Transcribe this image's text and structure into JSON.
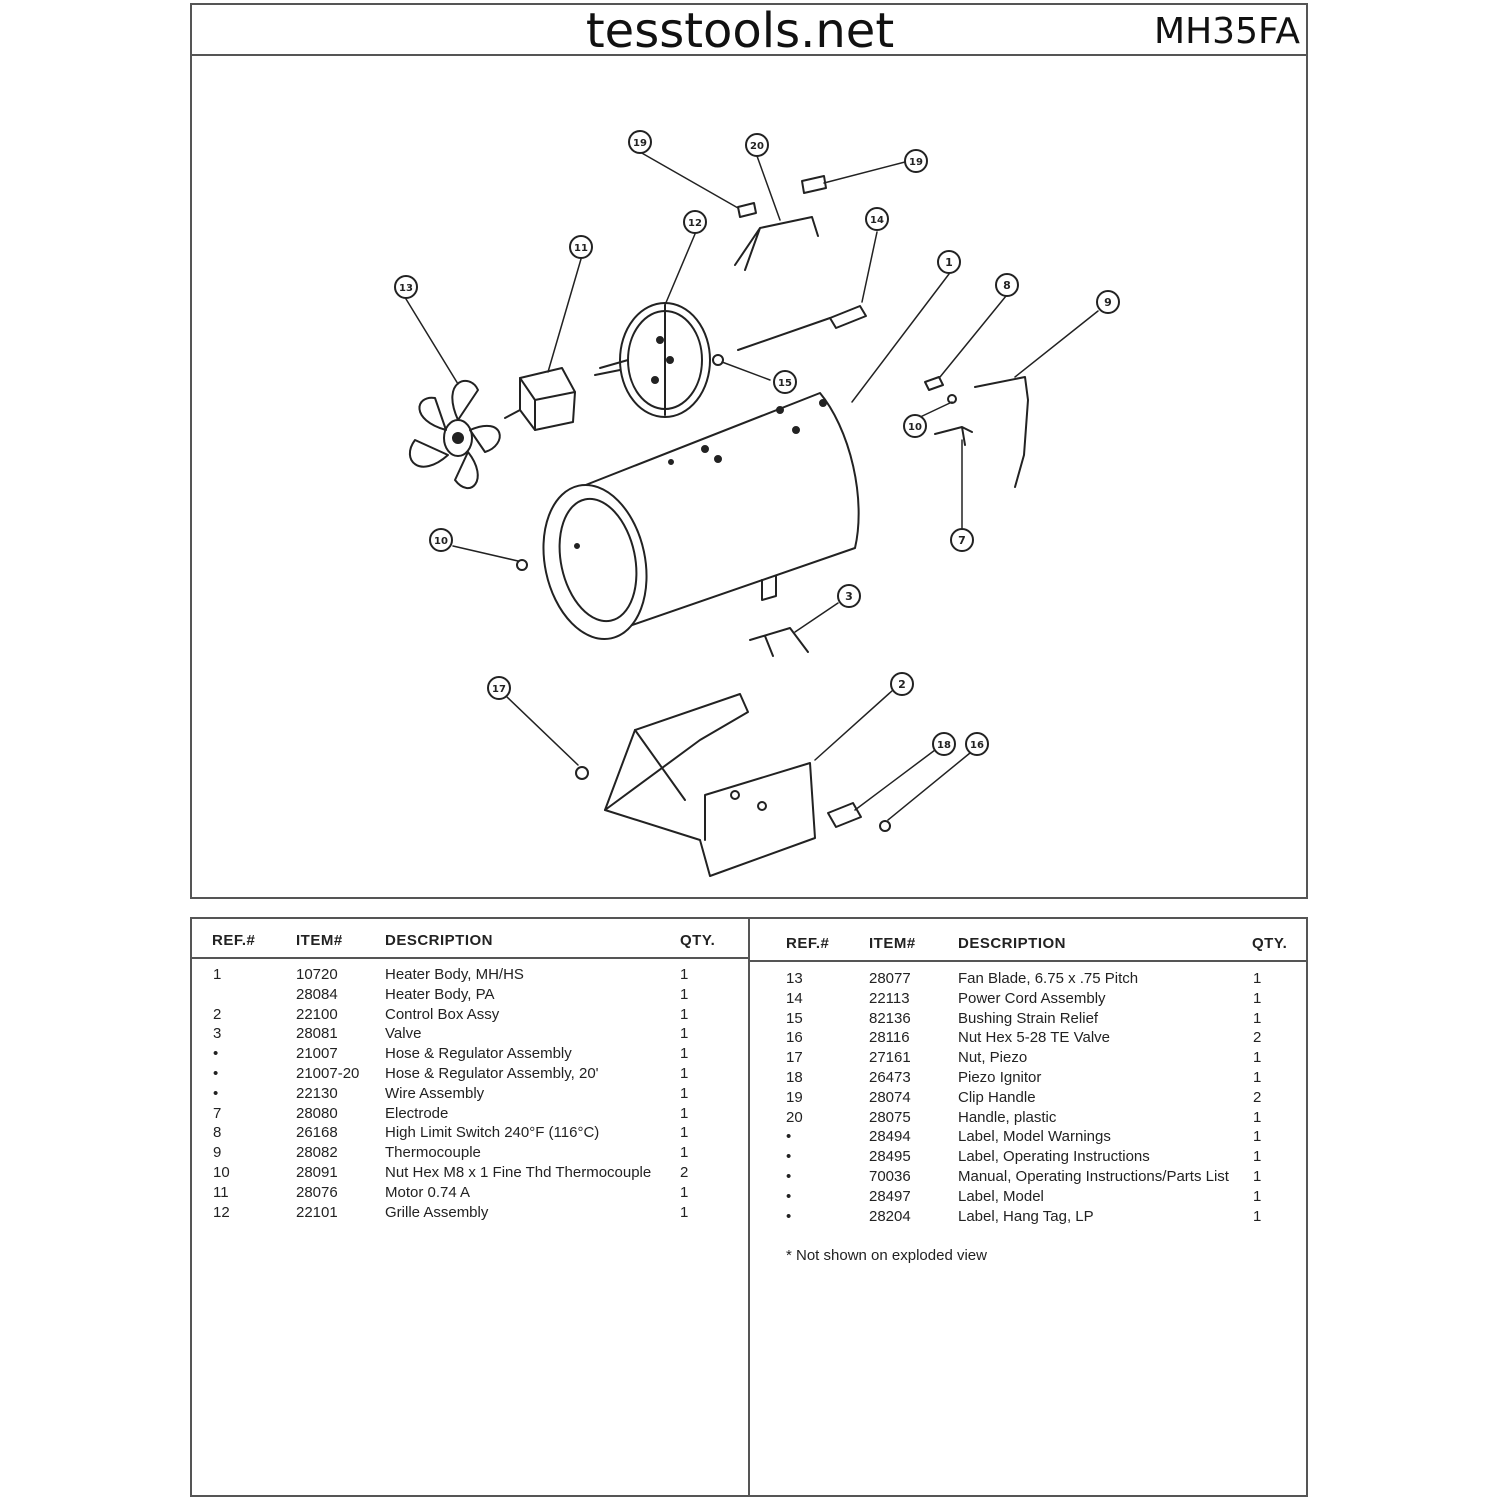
{
  "header": {
    "site": "tesstools.net",
    "model": "MH35FA"
  },
  "diagram": {
    "callouts": [
      "1",
      "2",
      "3",
      "7",
      "8",
      "9",
      "10",
      "10",
      "11",
      "12",
      "13",
      "14",
      "15",
      "16",
      "17",
      "18",
      "19",
      "19",
      "20"
    ]
  },
  "parts_table": {
    "headers": {
      "ref": "REF.#",
      "item": "ITEM#",
      "description": "DESCRIPTION",
      "qty": "QTY."
    },
    "left_rows": [
      {
        "ref": "1",
        "item": "10720",
        "description": "Heater Body, MH/HS",
        "qty": "1"
      },
      {
        "ref": "",
        "item": "28084",
        "description": "Heater Body, PA",
        "qty": "1"
      },
      {
        "ref": "2",
        "item": "22100",
        "description": "Control Box Assy",
        "qty": "1"
      },
      {
        "ref": "3",
        "item": "28081",
        "description": "Valve",
        "qty": "1"
      },
      {
        "ref": "•",
        "item": "21007",
        "description": "Hose & Regulator Assembly",
        "qty": "1"
      },
      {
        "ref": "•",
        "item": "21007-20",
        "description": "Hose & Regulator Assembly, 20'",
        "qty": "1"
      },
      {
        "ref": "•",
        "item": "22130",
        "description": "Wire Assembly",
        "qty": "1"
      },
      {
        "ref": "7",
        "item": "28080",
        "description": "Electrode",
        "qty": "1"
      },
      {
        "ref": "8",
        "item": "26168",
        "description": "High Limit Switch 240°F (116°C)",
        "qty": "1"
      },
      {
        "ref": "9",
        "item": "28082",
        "description": "Thermocouple",
        "qty": "1"
      },
      {
        "ref": "10",
        "item": "28091",
        "description": "Nut Hex M8 x 1 Fine Thd Thermocouple",
        "qty": "2"
      },
      {
        "ref": "11",
        "item": "28076",
        "description": "Motor 0.74 A",
        "qty": "1"
      },
      {
        "ref": "12",
        "item": "22101",
        "description": "Grille Assembly",
        "qty": "1"
      }
    ],
    "right_rows": [
      {
        "ref": "13",
        "item": "28077",
        "description": "Fan Blade, 6.75 x .75 Pitch",
        "qty": "1"
      },
      {
        "ref": "14",
        "item": "22113",
        "description": "Power Cord Assembly",
        "qty": "1"
      },
      {
        "ref": "15",
        "item": "82136",
        "description": "Bushing Strain Relief",
        "qty": "1"
      },
      {
        "ref": "16",
        "item": "28116",
        "description": "Nut Hex 5-28 TE Valve",
        "qty": "2"
      },
      {
        "ref": "17",
        "item": "27161",
        "description": "Nut, Piezo",
        "qty": "1"
      },
      {
        "ref": "18",
        "item": "26473",
        "description": "Piezo Ignitor",
        "qty": "1"
      },
      {
        "ref": "19",
        "item": "28074",
        "description": "Clip Handle",
        "qty": "2"
      },
      {
        "ref": "20",
        "item": "28075",
        "description": "Handle, plastic",
        "qty": "1"
      },
      {
        "ref": "•",
        "item": "28494",
        "description": "Label, Model Warnings",
        "qty": "1"
      },
      {
        "ref": "•",
        "item": "28495",
        "description": "Label, Operating Instructions",
        "qty": "1"
      },
      {
        "ref": "•",
        "item": "70036",
        "description": "Manual, Operating Instructions/Parts List",
        "qty": "1"
      },
      {
        "ref": "•",
        "item": "28497",
        "description": "Label, Model",
        "qty": "1"
      },
      {
        "ref": "•",
        "item": "28204",
        "description": "Label, Hang Tag, LP",
        "qty": "1"
      }
    ],
    "footnote": "*  Not shown on exploded view"
  }
}
